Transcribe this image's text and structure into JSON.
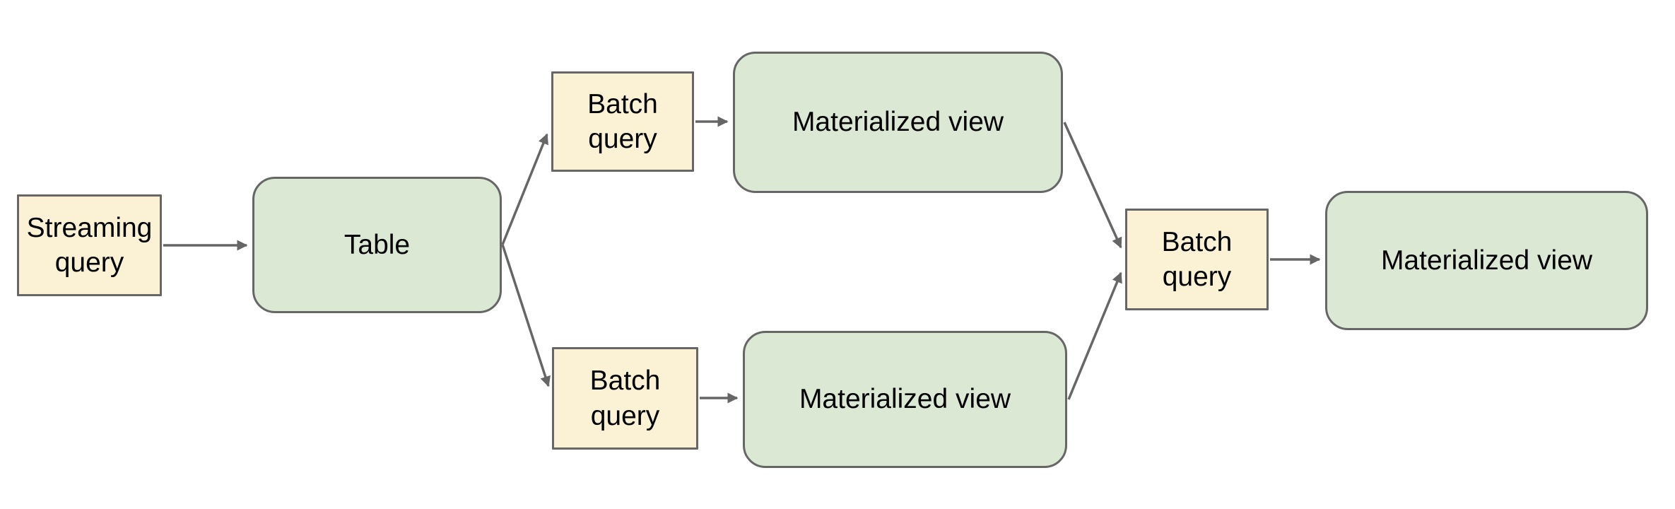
{
  "diagram": {
    "nodes": [
      {
        "id": "streaming-query",
        "label": "Streaming query",
        "type": "query"
      },
      {
        "id": "table",
        "label": "Table",
        "type": "dataset"
      },
      {
        "id": "batch-query-top",
        "label": "Batch query",
        "type": "query"
      },
      {
        "id": "materialized-view-top",
        "label": "Materialized view",
        "type": "dataset"
      },
      {
        "id": "batch-query-bottom",
        "label": "Batch query",
        "type": "query"
      },
      {
        "id": "materialized-view-bottom",
        "label": "Materialized view",
        "type": "dataset"
      },
      {
        "id": "batch-query-right",
        "label": "Batch query",
        "type": "query"
      },
      {
        "id": "materialized-view-right",
        "label": "Materialized view",
        "type": "dataset"
      }
    ],
    "edges": [
      {
        "from": "streaming-query",
        "to": "table"
      },
      {
        "from": "table",
        "to": "batch-query-top"
      },
      {
        "from": "batch-query-top",
        "to": "materialized-view-top"
      },
      {
        "from": "table",
        "to": "batch-query-bottom"
      },
      {
        "from": "batch-query-bottom",
        "to": "materialized-view-bottom"
      },
      {
        "from": "materialized-view-top",
        "to": "batch-query-right"
      },
      {
        "from": "materialized-view-bottom",
        "to": "batch-query-right"
      },
      {
        "from": "batch-query-right",
        "to": "materialized-view-right"
      }
    ],
    "colors": {
      "background": "#ffffff",
      "query_fill": "#fbf2d5",
      "query_border": "#666666",
      "dataset_fill": "#dbe8d4",
      "dataset_border": "#666666",
      "arrow": "#666666",
      "text": "#000000"
    }
  }
}
